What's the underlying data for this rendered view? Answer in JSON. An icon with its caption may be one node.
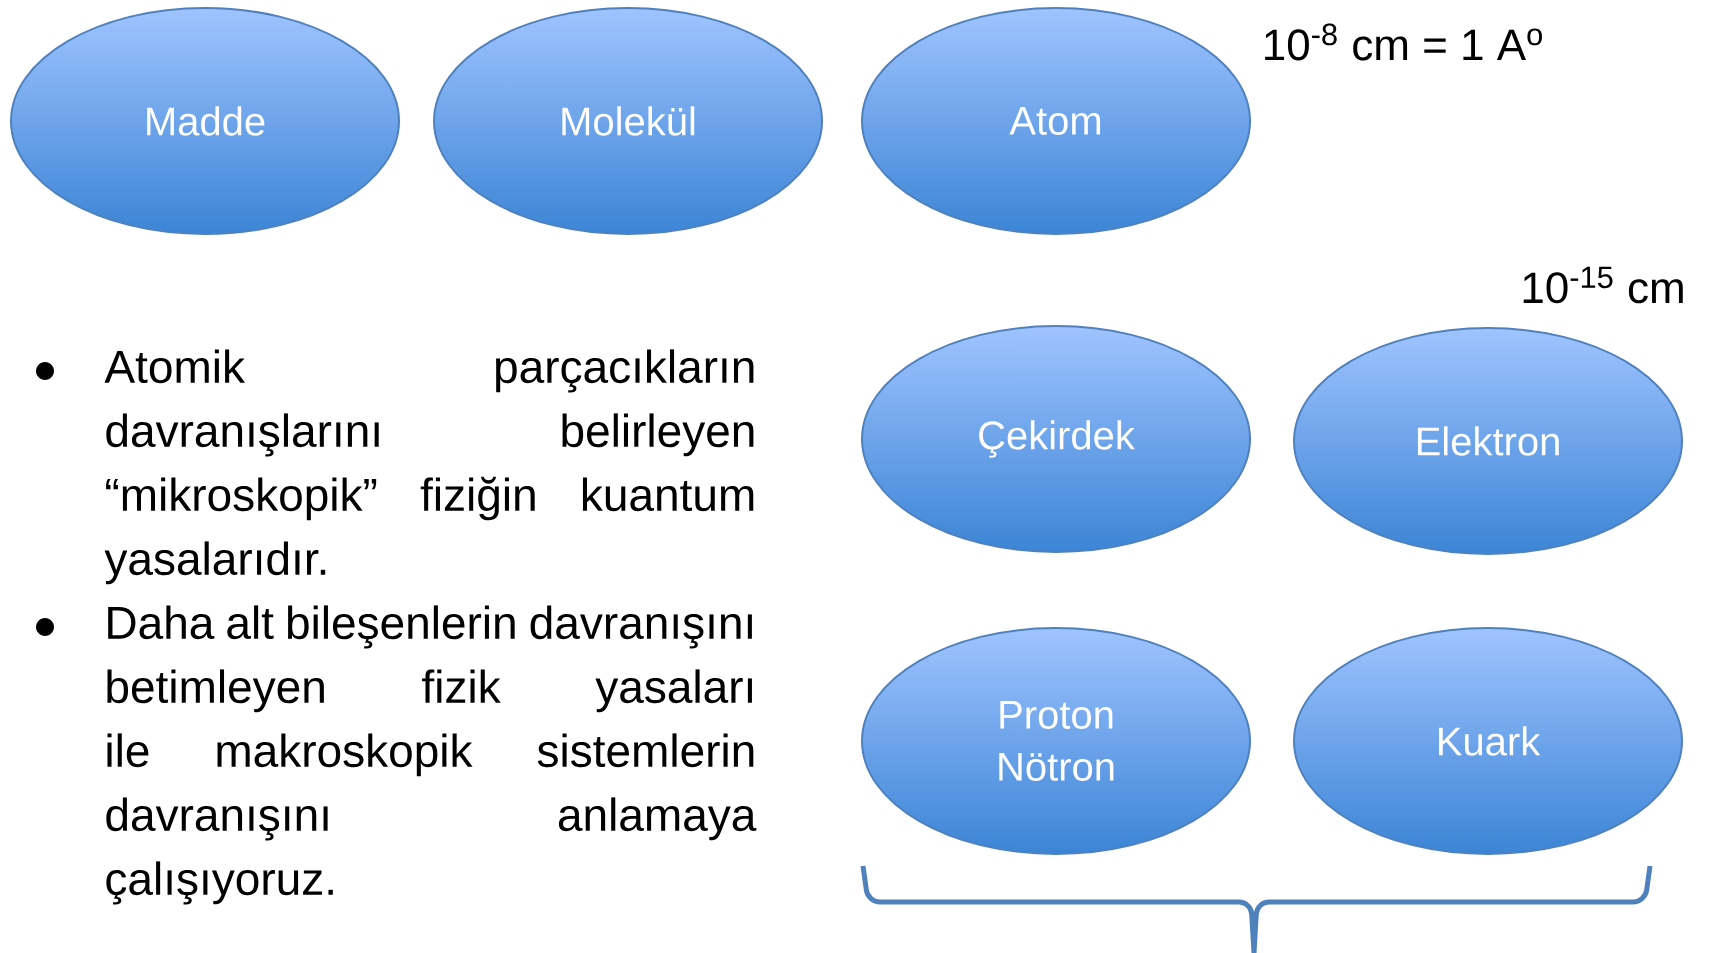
{
  "diagram": {
    "nodes": [
      {
        "text": [
          "Madde"
        ]
      },
      {
        "text": [
          "Molekül"
        ]
      },
      {
        "text": [
          "Atom"
        ],
        "beside": [
          "10$^{-8}$ cm = 1 A$^{o}$"
        ]
      },
      {
        "text": [
          "Çekirdek"
        ]
      },
      {
        "text": [
          "Elektron"
        ],
        "beside": [
          "10$^{-15}$ cm"
        ]
      },
      {
        "text": [
          "Proton Nötron"
        ]
      },
      {
        "text": [
          "Kuark"
        ]
      }
    ],
    "labels": [
      "Atomik parçacıkların davranışlarını belirleyen “mikroskopik” fiziğin kuantum yasalarıdır.",
      "Daha alt bileşenlerin davranışını betimleyen fizik yasaları ile makroskopik sistemlerin davranışını anlamaya çalışıyoruz."
    ]
  }
}
